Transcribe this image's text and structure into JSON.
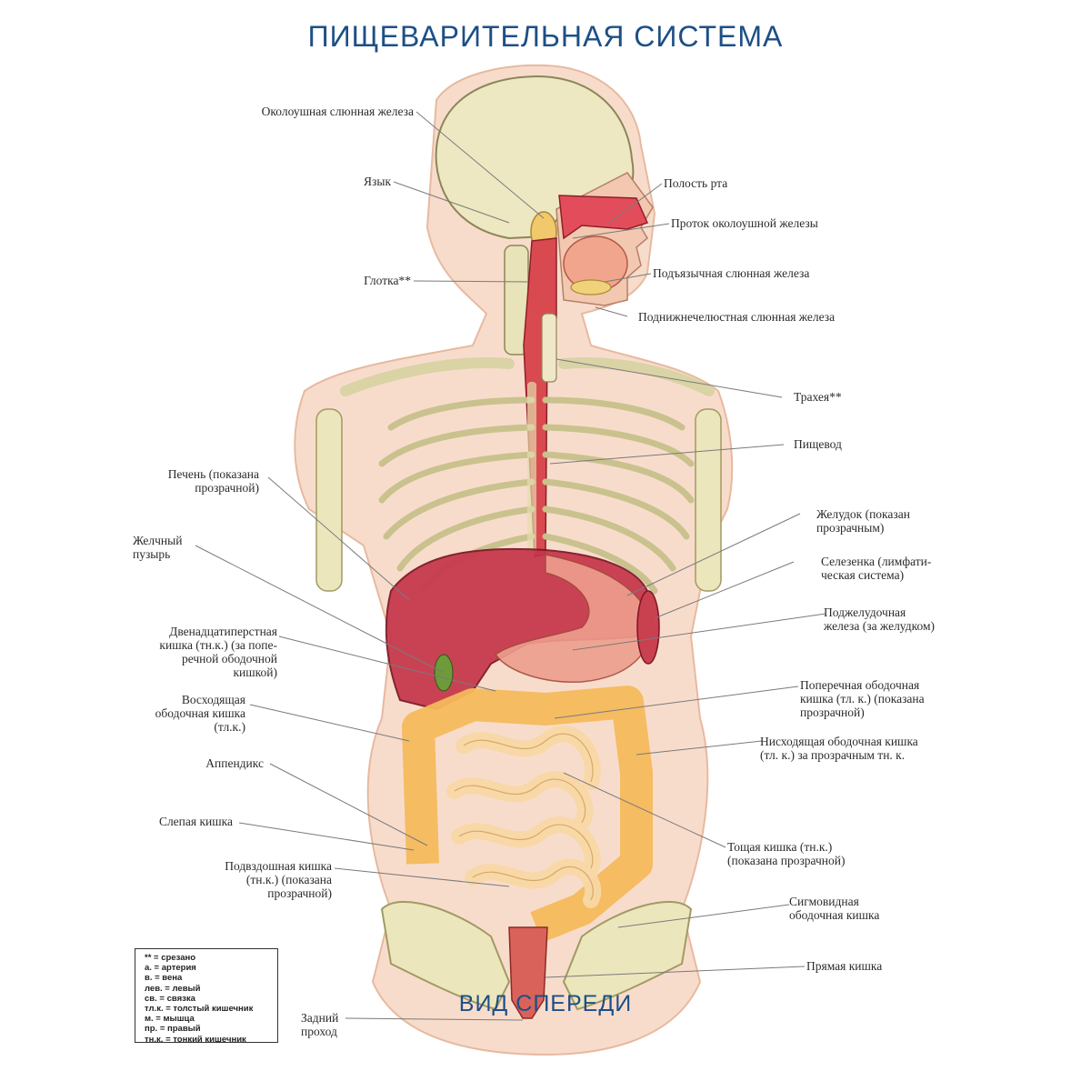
{
  "title": "ПИЩЕВАРИТЕЛЬНАЯ СИСТЕМА",
  "view_title": "ВИД СПЕРЕДИ",
  "labels": {
    "parotid": "Околоушная слюнная железа",
    "tongue": "Язык",
    "mouth": "Полость рта",
    "parotid_duct": "Проток околоушной железы",
    "pharynx": "Глотка**",
    "sublingual": "Подъязычная слюнная железа",
    "submandibular": "Поднижнечелюстная слюнная железа",
    "trachea": "Трахея**",
    "esophagus": "Пищевод",
    "liver": [
      "Печень (показана",
      "прозрачной)"
    ],
    "stomach": [
      "Желудок (показан",
      "прозрачным)"
    ],
    "gallbladder": [
      "Желчный",
      "пузырь"
    ],
    "spleen": [
      "Селезенка (лимфати-",
      "ческая система)"
    ],
    "pancreas": [
      "Поджелудочная",
      "железа (за желудком)"
    ],
    "duodenum": [
      "Двенадцатиперстная",
      "кишка (тн.к.) (за попе-",
      "речной ободочной",
      "кишкой)"
    ],
    "transverse_colon": [
      "Поперечная ободочная",
      "кишка (тл. к.) (показана",
      "прозрачной)"
    ],
    "ascending_colon": [
      "Восходящая",
      "ободочная кишка",
      "(тл.к.)"
    ],
    "descending_colon": [
      "Нисходящая ободочная кишка",
      "(тл. к.) за прозрачным тн. к."
    ],
    "appendix": "Аппендикс",
    "cecum": "Слепая кишка",
    "jejunum": [
      "Тощая кишка (тн.к.)",
      "(показана прозрачной)"
    ],
    "ileum": [
      "Подвздошная кишка",
      "(тн.к.) (показана",
      "прозрачной)"
    ],
    "sigmoid": [
      "Сигмовидная",
      "ободочная кишка"
    ],
    "rectum": "Прямая кишка",
    "anus": [
      "Задний",
      "проход"
    ]
  },
  "legend": [
    "** = срезано",
    "а. = артерия",
    "в. = вена",
    "лев. = левый",
    "св. = связка",
    "тл.к. = толстый кишечник",
    "м. = мышца",
    "пр. = правый",
    "тн.к. = тонкий кишечник"
  ]
}
